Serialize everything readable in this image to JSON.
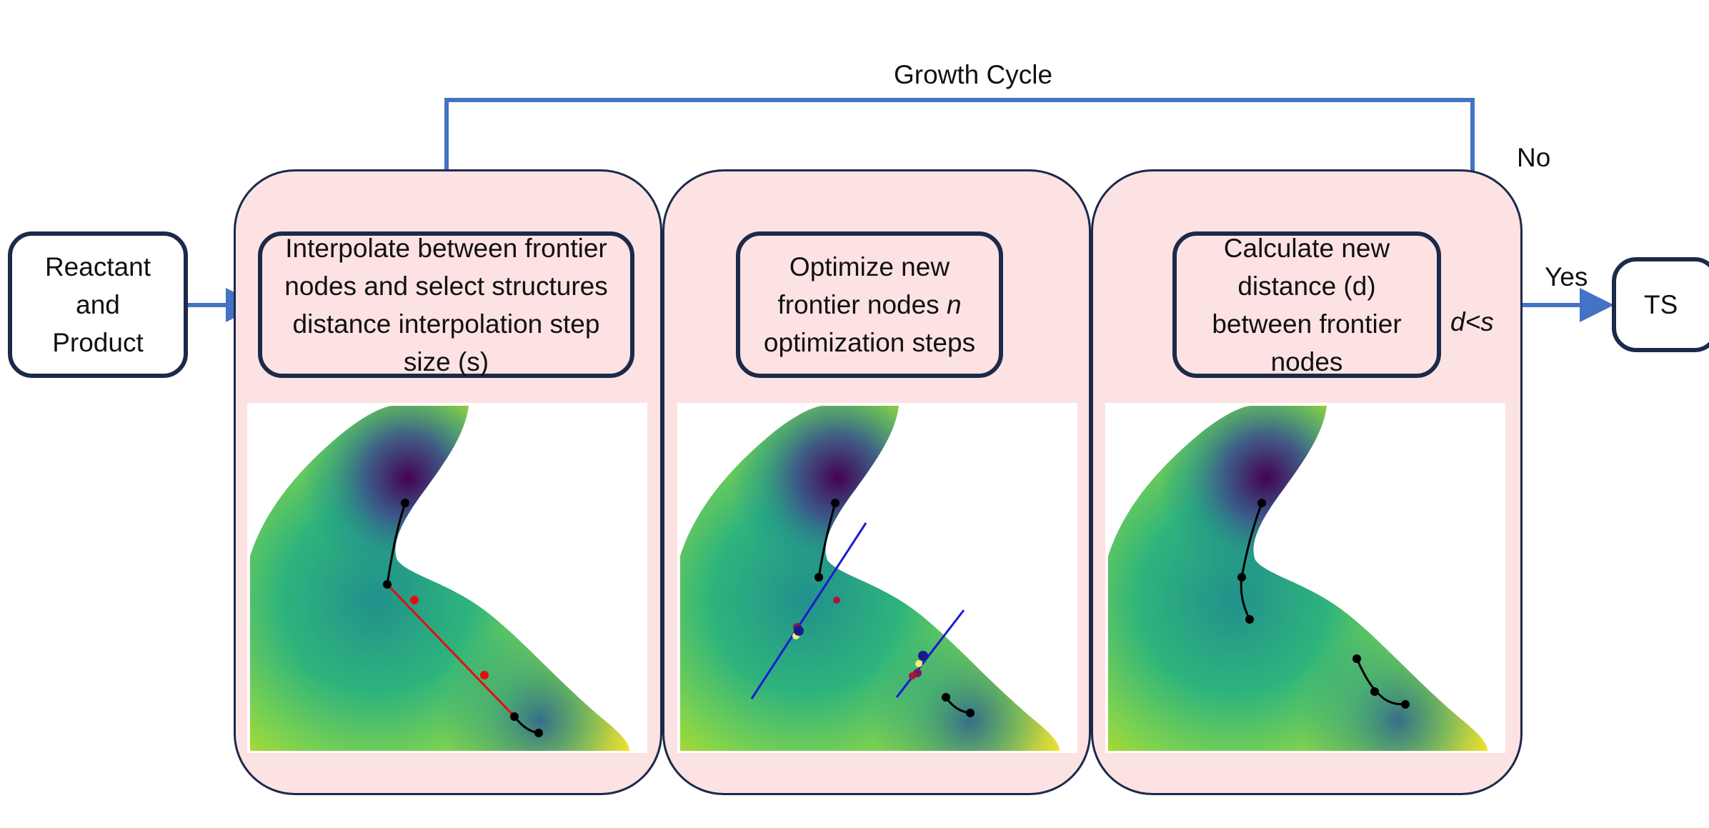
{
  "colors": {
    "arrow": "#4472c4",
    "box_border": "#1b2a4a",
    "panel_fill": "#fde2e3",
    "interpolation_line": "#e01010",
    "optimization_line": "#1a1ad0",
    "path": "#000000"
  },
  "nodes": {
    "start": "Reactant and Product",
    "interpolate": "Interpolate between frontier nodes and select structures distance interpolation step size (s)",
    "optimize_pre": "Optimize new frontier nodes ",
    "optimize_var": "n",
    "optimize_post": " optimization steps",
    "calculate": "Calculate new distance (d) between frontier nodes",
    "end": "TS"
  },
  "edge_labels": {
    "cycle": "Growth Cycle",
    "no": "No",
    "yes": "Yes",
    "condition": "d<s"
  },
  "plots": [
    {
      "step": "interpolate",
      "colormap": "viridis",
      "markers": [
        "black path nodes",
        "red interpolated nodes"
      ]
    },
    {
      "step": "optimize",
      "colormap": "viridis",
      "markers": [
        "black path nodes",
        "blue optimization lines"
      ]
    },
    {
      "step": "calculate",
      "colormap": "viridis",
      "markers": [
        "black path nodes"
      ]
    }
  ]
}
